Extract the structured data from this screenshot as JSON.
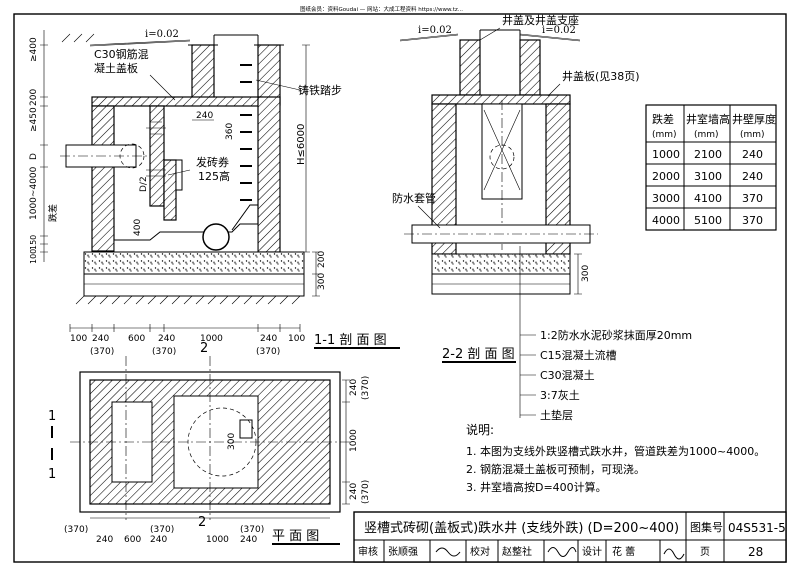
{
  "header_note": "图纸会员：资料Goudai — 网站：大成工程资料 https://www.tz...",
  "section1": {
    "title": "1-1 剖 面 图",
    "slope": "i=0.02",
    "cover_label_1": "C30钢筋混",
    "cover_label_2": "凝土盖板",
    "step_label": "铸铁踏步",
    "arch_label_1": "发砖券",
    "arch_label_2": "125高",
    "sleeve_label": "防水套管",
    "left_dims": [
      "≥400",
      "200",
      "≥450",
      "D",
      "1000~4000",
      "跌差",
      "150",
      "100"
    ],
    "dim_240": "240",
    "dim_360": "360",
    "dim_d2": "D/2",
    "dim_400": "400",
    "dim_h": "H≤6000",
    "dim_200": "200",
    "dim_300": "300",
    "bottom_dims": [
      "100",
      "240",
      "600",
      "240",
      "1000",
      "240",
      "100"
    ],
    "bottom_paren": [
      "(370)",
      "(370)",
      "(370)"
    ]
  },
  "section2": {
    "title": "2-2 剖 面 图",
    "slope_l": "i=0.02",
    "slope_r": "i=0.02",
    "cover_seat": "井盖及井盖支座",
    "cover_plate": "井盖板(见38页)",
    "dim_300": "300"
  },
  "legend_layers": [
    "1:2防水水泥砂浆抹面厚20mm",
    "C15混凝土流槽",
    "C30混凝土",
    "3:7灰土",
    "土垫层"
  ],
  "plan": {
    "title": "平 面 图",
    "cut1": "1",
    "cut2": "2",
    "dim_d": "300",
    "right_dims": [
      "240",
      "(370)",
      "1000",
      "240",
      "(370)"
    ],
    "bottom_dims": [
      "240",
      "(370)",
      "600",
      "240",
      "(370)",
      "1000",
      "240",
      "(370)"
    ]
  },
  "table": {
    "headers": [
      "跌差",
      "井室墙高",
      "井壁厚度"
    ],
    "units": [
      "(mm)",
      "(mm)",
      "(mm)"
    ],
    "rows": [
      [
        "1000",
        "2100",
        "240"
      ],
      [
        "2000",
        "3100",
        "240"
      ],
      [
        "3000",
        "4100",
        "370"
      ],
      [
        "4000",
        "5100",
        "370"
      ]
    ]
  },
  "notes": {
    "heading": "说明:",
    "items": [
      "1. 本图为支线外跌竖槽式跌水井，管道跌差为1000~4000。",
      "2. 钢筋混凝土盖板可预制，可现浇。",
      "3. 井室墙高按D=400计算。"
    ]
  },
  "title_block": {
    "title": "竖槽式砖砌(盖板式)跌水井 (支线外跌) (D=200~400)",
    "atlas_label": "图集号",
    "atlas_no": "04S531-5",
    "review_label": "审核",
    "reviewer": "张顺强",
    "check_label": "校对",
    "checker": "赵整社",
    "design_label": "设计",
    "designer": "花 蕾",
    "page_label": "页",
    "page_no": "28"
  }
}
